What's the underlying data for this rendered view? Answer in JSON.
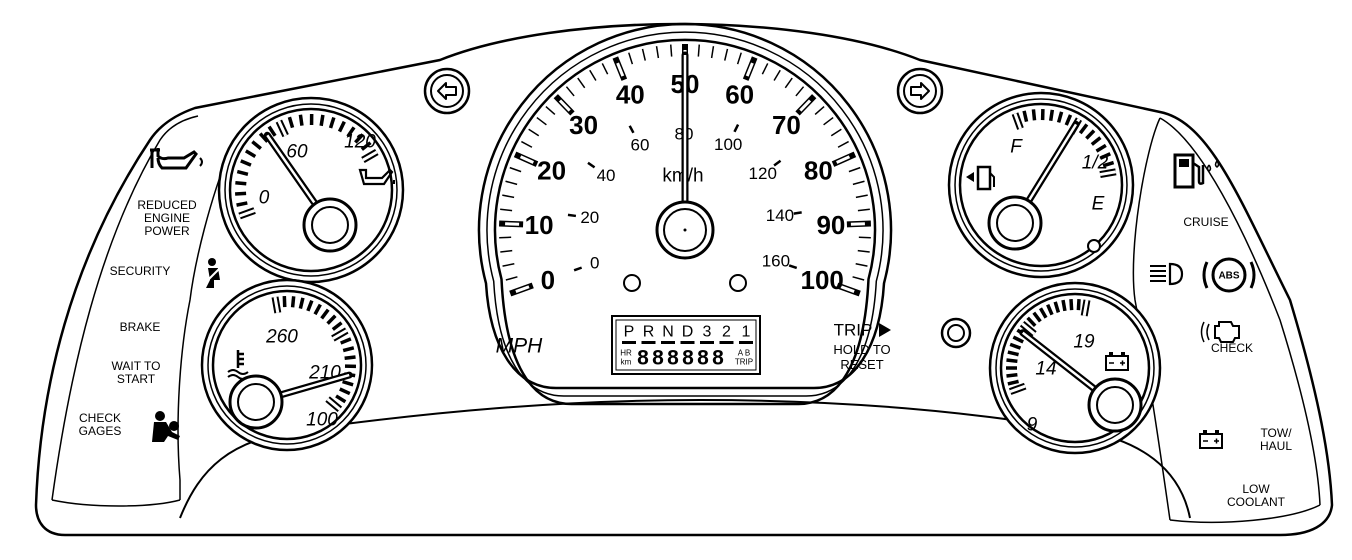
{
  "colors": {
    "ink": "#000000",
    "paper": "#ffffff"
  },
  "speedometer": {
    "mph_ticks": [
      {
        "value": 0,
        "label": "0"
      },
      {
        "value": 10,
        "label": "10"
      },
      {
        "value": 20,
        "label": "20"
      },
      {
        "value": 30,
        "label": "30"
      },
      {
        "value": 40,
        "label": "40"
      },
      {
        "value": 50,
        "label": "50"
      },
      {
        "value": 60,
        "label": "60"
      },
      {
        "value": 70,
        "label": "70"
      },
      {
        "value": 80,
        "label": "80"
      },
      {
        "value": 90,
        "label": "90"
      },
      {
        "value": 100,
        "label": "100"
      }
    ],
    "kmh_ticks": [
      {
        "value": 0,
        "label": "0"
      },
      {
        "value": 20,
        "label": "20"
      },
      {
        "value": 40,
        "label": "40"
      },
      {
        "value": 60,
        "label": "60"
      },
      {
        "value": 80,
        "label": "80"
      },
      {
        "value": 100,
        "label": "100"
      },
      {
        "value": 120,
        "label": "120"
      },
      {
        "value": 140,
        "label": "140"
      },
      {
        "value": 160,
        "label": "160"
      }
    ],
    "unit_mph": "MPH",
    "unit_kmh": "km/h",
    "needle_mph": 50
  },
  "prndl": [
    "P",
    "R",
    "N",
    "D",
    "3",
    "2",
    "1"
  ],
  "odometer": {
    "digits": "888888",
    "hr_label": "HR",
    "km_label": "km",
    "ab_label": "A B",
    "trip_label": "TRIP"
  },
  "trip_button": {
    "label": "TRIP",
    "note": "HOLD TO\nRESET"
  },
  "oil_gauge": {
    "labels": [
      "0",
      "60",
      "120"
    ],
    "needle_fraction": 0.42
  },
  "temp_gauge": {
    "labels": [
      "260",
      "210",
      "100"
    ],
    "needle_fraction": 0.78
  },
  "fuel_gauge": {
    "labels": [
      "F",
      "1/2",
      "E"
    ],
    "needle_fraction": 0.5
  },
  "volt_gauge": {
    "labels": [
      "19",
      "14",
      "9"
    ],
    "needle_fraction": 0.55
  },
  "left_panel": {
    "reduced_engine_power": "REDUCED\nENGINE\nPOWER",
    "security": "SECURITY",
    "brake": "BRAKE",
    "wait_to_start": "WAIT TO\nSTART",
    "check_gages": "CHECK\nGAGES"
  },
  "right_panel": {
    "cruise": "CRUISE",
    "abs": "ABS",
    "check": "CHECK",
    "tow_haul": "TOW/\nHAUL",
    "low_coolant": "LOW\nCOOLANT"
  },
  "icons": [
    "left-turn-signal-icon",
    "right-turn-signal-icon",
    "oil-can-icon",
    "fuel-pump-icon",
    "seatbelt-icon",
    "airbag-icon",
    "coolant-temp-icon",
    "battery-icon",
    "headlamp-icon",
    "check-engine-icon"
  ]
}
